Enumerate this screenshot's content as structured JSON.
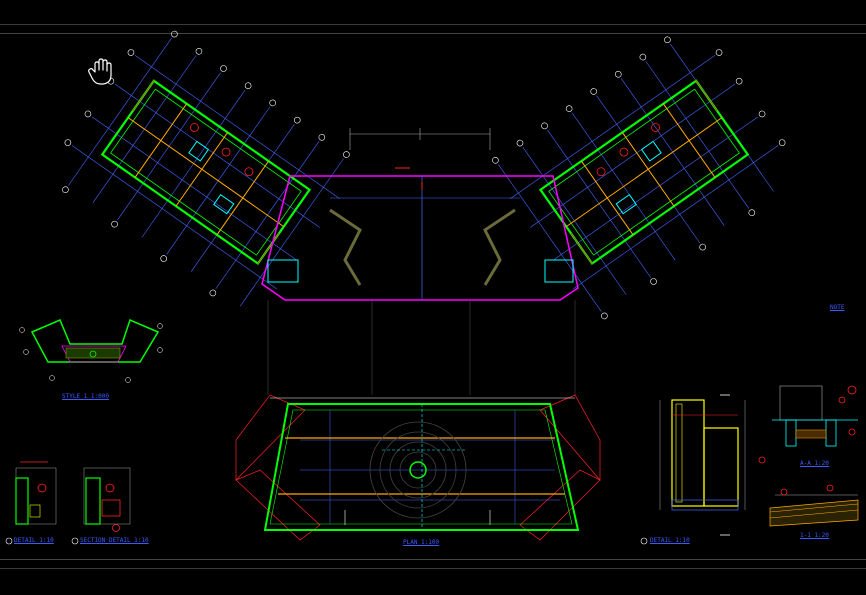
{
  "drawing": {
    "background": "#000000",
    "colors": {
      "wall": "#00ff00",
      "outline": "#ff00ff",
      "column": "#ffaa00",
      "axis": "#4466ff",
      "dim": "#bbbbbb",
      "red": "#ff2222",
      "cyan": "#00ffff",
      "yellow": "#ffff00",
      "white": "#ffffff"
    },
    "labels": {
      "small_plan": "STYLE 1 1:000",
      "center_plan": "PLAN 1:100",
      "detail_left_1": "DETAIL 1:10",
      "detail_left_2": "SECTION DETAIL 1:10",
      "detail_right": "DETAIL 1:10",
      "section_note": "NOTE",
      "section_a": "A-A 1:20",
      "section_b": "1-1 1:20"
    },
    "icons": [
      "hand-pan-cursor-icon"
    ]
  }
}
